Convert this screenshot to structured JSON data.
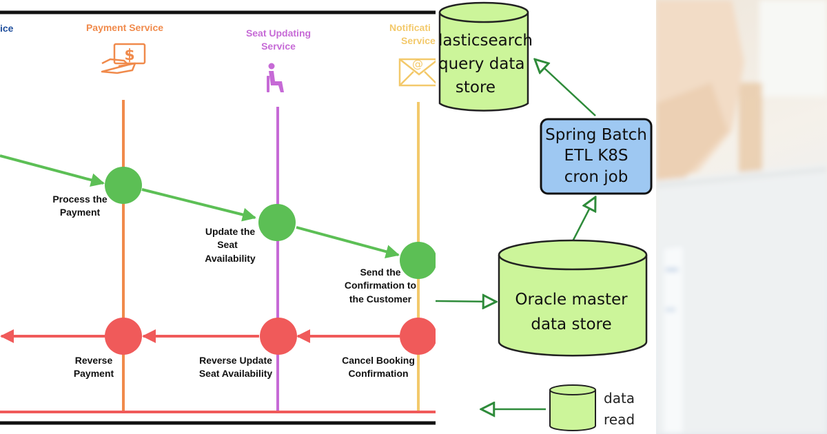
{
  "saga": {
    "services": {
      "booking_fragment": "ice",
      "payment": "Payment Service",
      "seat_line1": "Seat Updating",
      "seat_line2": "Service",
      "notif_line1": "Notificati",
      "notif_line2": "Service"
    },
    "steps": {
      "process_line1": "Process the",
      "process_line2": "Payment",
      "update_line1": "Update the",
      "update_line2": "Seat",
      "update_line3": "Availability",
      "send_line1": "Send the",
      "send_line2": "Confirmation to",
      "send_line3": "the Customer"
    },
    "compensations": {
      "reverse_payment_line1": "Reverse",
      "reverse_payment_line2": "Payment",
      "reverse_update_line1": "Reverse Update",
      "reverse_update_line2": "Seat Availability",
      "cancel_line1": "Cancel Booking",
      "cancel_line2": "Confirmation"
    },
    "colors": {
      "booking": "#1f4e9c",
      "payment": "#f08a4b",
      "seat": "#c66ad6",
      "notification": "#f3c96b",
      "success": "#5cbf55",
      "failure": "#f05a5a",
      "frame": "#111111"
    },
    "icons": [
      "payment-hand-icon",
      "seated-person-icon",
      "envelope-icon"
    ]
  },
  "etl": {
    "query_store": {
      "line1": "lasticsearch",
      "line2": "query data",
      "line3": "store"
    },
    "job": {
      "line1": "Spring Batch",
      "line2": "ETL K8S",
      "line3": "cron job"
    },
    "master_store": {
      "line1": "Oracle master",
      "line2": "data store"
    },
    "legend": {
      "line1": "data",
      "line2": "read"
    },
    "colors": {
      "store_fill": "#ccf59a",
      "job_fill": "#9ec8f2",
      "arrow": "#2e8b3a"
    }
  }
}
